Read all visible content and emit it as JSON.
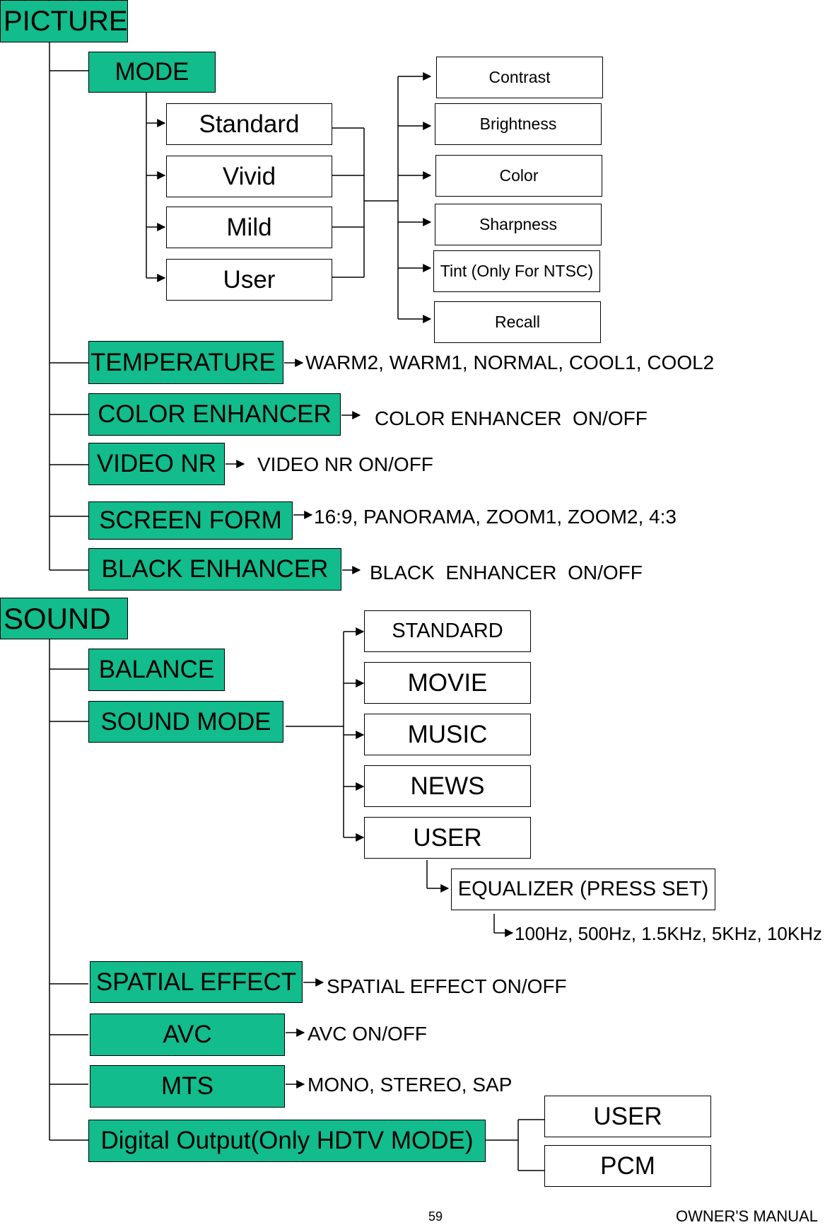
{
  "picture": {
    "title": "PICTURE",
    "mode": {
      "label": "MODE",
      "options": [
        "Standard",
        "Vivid",
        "Mild",
        "User"
      ],
      "adjustments": [
        "Contrast",
        "Brightness",
        "Color",
        "Sharpness",
        "Tint (Only For NTSC)",
        "Recall"
      ]
    },
    "temperature": {
      "label": "TEMPERATURE",
      "values": "WARM2, WARM1, NORMAL, COOL1, COOL2"
    },
    "color_enhancer": {
      "label": "COLOR ENHANCER",
      "values": "COLOR ENHANCER  ON/OFF"
    },
    "video_nr": {
      "label": "VIDEO NR",
      "values": "VIDEO NR ON/OFF"
    },
    "screen_form": {
      "label": "SCREEN FORM",
      "values": "16:9, PANORAMA, ZOOM1, ZOOM2, 4:3"
    },
    "black_enhancer": {
      "label": "BLACK ENHANCER",
      "values": "BLACK  ENHANCER  ON/OFF"
    }
  },
  "sound": {
    "title": "SOUND",
    "balance": {
      "label": "BALANCE"
    },
    "sound_mode": {
      "label": "SOUND MODE",
      "options": [
        "STANDARD",
        "MOVIE",
        "MUSIC",
        "NEWS",
        "USER"
      ],
      "equalizer": "EQUALIZER (PRESS SET)",
      "bands": "100Hz, 500Hz, 1.5KHz, 5KHz, 10KHz"
    },
    "spatial_effect": {
      "label": "SPATIAL EFFECT",
      "values": "SPATIAL EFFECT ON/OFF"
    },
    "avc": {
      "label": "AVC",
      "values": "AVC ON/OFF"
    },
    "mts": {
      "label": "MTS",
      "values": "MONO, STEREO, SAP"
    },
    "digital_output": {
      "label": "Digital Output(Only HDTV MODE)",
      "options": [
        "USER",
        "PCM"
      ]
    }
  },
  "footer": {
    "page_number": "59",
    "manual": "OWNER'S MANUAL"
  },
  "colors": {
    "accent": "#12bc8c",
    "line": "#000000"
  }
}
